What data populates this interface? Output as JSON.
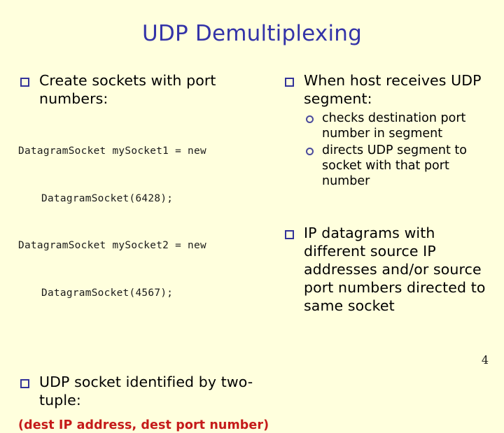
{
  "slide": {
    "title": "UDP Demultiplexing",
    "page_number": "4",
    "colors": {
      "background": "#ffffdd",
      "title": "#3333a8",
      "bullet_square": "#333399",
      "bullet_circle": "#4a4a9c",
      "body_text": "#000000",
      "code_text": "#1a1a1a",
      "accent_red": "#c51a1a"
    },
    "icons": {
      "bullet_square": "square-bullet-icon",
      "bullet_circle": "circle-bullet-icon"
    }
  },
  "left_column": {
    "bullet_1": {
      "text": "Create sockets with port numbers:",
      "code_lines": [
        "DatagramSocket mySocket1 = new",
        "DatagramSocket(6428);",
        "DatagramSocket mySocket2 = new",
        "DatagramSocket(4567);"
      ]
    },
    "bullet_2": {
      "text": "UDP socket identified by two-tuple:",
      "note": "(dest IP address, dest port number)"
    }
  },
  "right_column": {
    "bullet_1": {
      "text": "When host receives UDP segment:",
      "sub_bullets": [
        "checks destination port number in segment",
        "directs UDP segment to socket with that port number"
      ]
    },
    "bullet_2": {
      "text": "IP datagrams with different source IP addresses and/or source port numbers directed to same socket"
    }
  }
}
